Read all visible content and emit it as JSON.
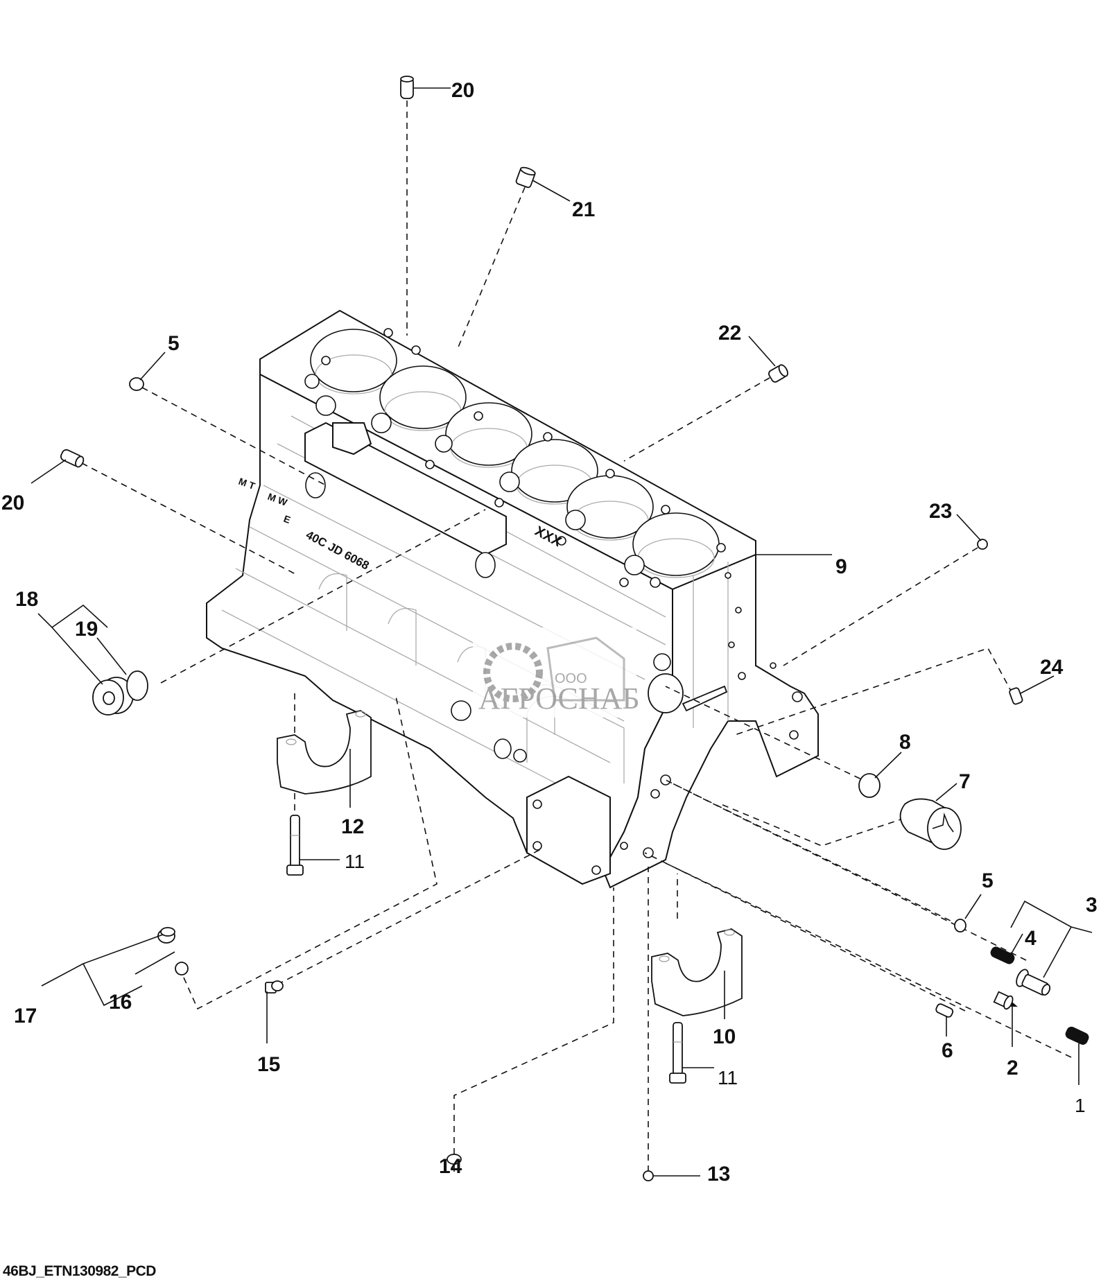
{
  "figure": {
    "id_label": "46BJ_ETN130982_PCD",
    "watermark": {
      "prefix": "ООО",
      "name": "АГРОСНАБ"
    },
    "block_markings": [
      "M T",
      "M W",
      "E",
      "40C JD 6068",
      "XXX"
    ]
  },
  "callouts": [
    {
      "num": "1",
      "part": "plug-spring"
    },
    {
      "num": "2",
      "part": "fitting"
    },
    {
      "num": "3",
      "part": "assembly-fitting"
    },
    {
      "num": "4",
      "part": "spring"
    },
    {
      "num": "5",
      "part": "plug-top-left"
    },
    {
      "num": "5",
      "part": "plug-right"
    },
    {
      "num": "6",
      "part": "pin"
    },
    {
      "num": "7",
      "part": "cup-plug"
    },
    {
      "num": "8",
      "part": "cap"
    },
    {
      "num": "9",
      "part": "cylinder-block"
    },
    {
      "num": "10",
      "part": "main-bearing-cap-rear"
    },
    {
      "num": "11",
      "part": "cap-screw-left"
    },
    {
      "num": "11",
      "part": "cap-screw-right"
    },
    {
      "num": "12",
      "part": "main-bearing-cap-front"
    },
    {
      "num": "13",
      "part": "ball"
    },
    {
      "num": "14",
      "part": "washer"
    },
    {
      "num": "15",
      "part": "plug"
    },
    {
      "num": "16",
      "part": "o-ring"
    },
    {
      "num": "17",
      "part": "plug-assembly"
    },
    {
      "num": "18",
      "part": "plug-assembly"
    },
    {
      "num": "19",
      "part": "o-ring"
    },
    {
      "num": "20",
      "part": "dowel-pin-top"
    },
    {
      "num": "20",
      "part": "dowel-pin-left"
    },
    {
      "num": "21",
      "part": "bushing"
    },
    {
      "num": "22",
      "part": "plug"
    },
    {
      "num": "23",
      "part": "ball"
    },
    {
      "num": "24",
      "part": "nozzle"
    }
  ]
}
